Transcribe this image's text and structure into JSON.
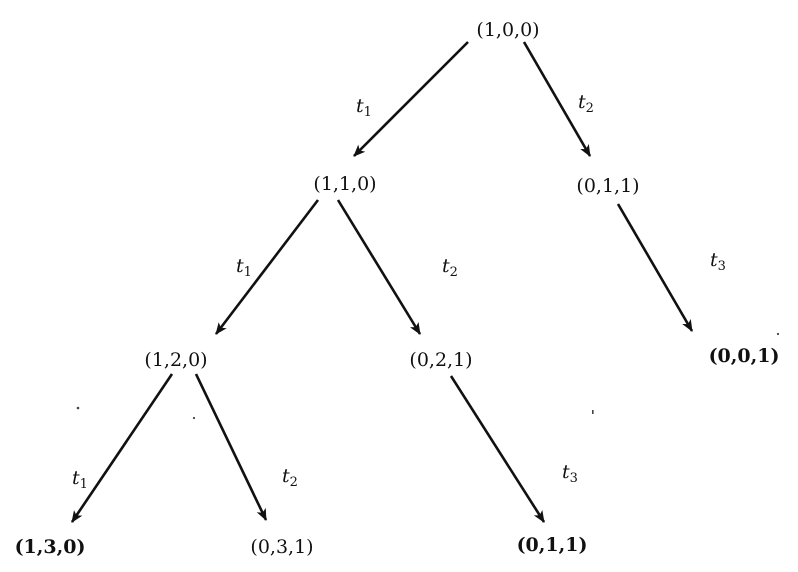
{
  "colors": {
    "ink": "#111111",
    "background": "#ffffff"
  },
  "nodes": [
    {
      "id": "n100",
      "label": "(1,0,0)",
      "bold": false
    },
    {
      "id": "n110",
      "label": "(1,1,0)",
      "bold": false
    },
    {
      "id": "n011a",
      "label": "(0,1,1)",
      "bold": false
    },
    {
      "id": "n120",
      "label": "(1,2,0)",
      "bold": false
    },
    {
      "id": "n021",
      "label": "(0,2,1)",
      "bold": false
    },
    {
      "id": "n001",
      "label": "(0,0,1)",
      "bold": true
    },
    {
      "id": "n130",
      "label": "(1,3,0)",
      "bold": true
    },
    {
      "id": "n031",
      "label": "(0,3,1)",
      "bold": false
    },
    {
      "id": "n011b",
      "label": "(0,1,1)",
      "bold": true
    }
  ],
  "edges": [
    {
      "from": "n100",
      "to": "n110",
      "label": "t",
      "sub": "1"
    },
    {
      "from": "n100",
      "to": "n011a",
      "label": "t",
      "sub": "2"
    },
    {
      "from": "n110",
      "to": "n120",
      "label": "t",
      "sub": "1"
    },
    {
      "from": "n110",
      "to": "n021",
      "label": "t",
      "sub": "2"
    },
    {
      "from": "n011a",
      "to": "n001",
      "label": "t",
      "sub": "3"
    },
    {
      "from": "n120",
      "to": "n130",
      "label": "t",
      "sub": "1"
    },
    {
      "from": "n120",
      "to": "n031",
      "label": "t",
      "sub": "2"
    },
    {
      "from": "n021",
      "to": "n011b",
      "label": "t",
      "sub": "3"
    }
  ]
}
